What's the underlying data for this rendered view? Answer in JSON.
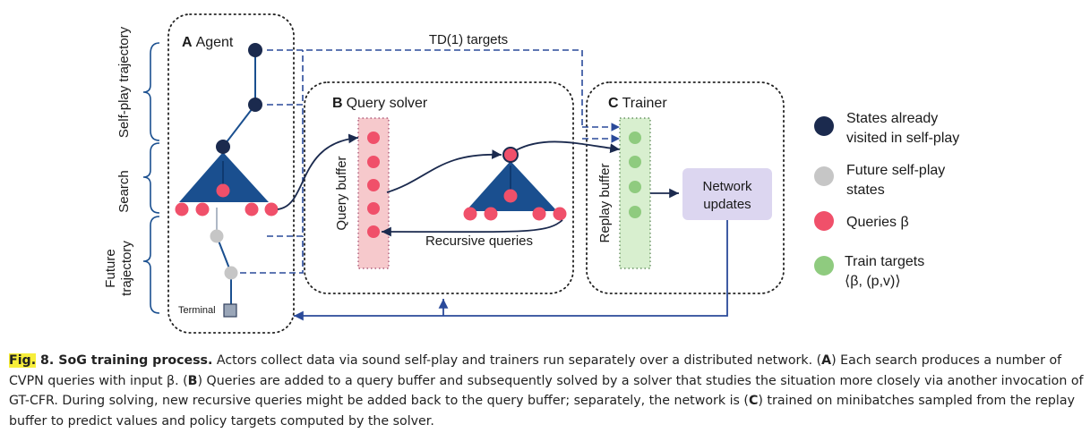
{
  "diagram": {
    "labels": {
      "side_self_play": "Self-play trajectory",
      "side_search": "Search",
      "side_future_1": "Future",
      "side_future_2": "trajectory",
      "agent_letter": "A",
      "agent_title": "Agent",
      "td_targets": "TD(1) targets",
      "query_letter": "B",
      "query_title": "Query solver",
      "query_buffer": "Query buffer",
      "recursive": "Recursive queries",
      "trainer_letter": "C",
      "trainer_title": "Trainer",
      "replay_buffer": "Replay buffer",
      "network_1": "Network",
      "network_2": "updates",
      "terminal": "Terminal"
    },
    "legend": [
      {
        "key": "visited",
        "line1": "States already",
        "line2": "visited in self-play",
        "color": "#1b2a4e"
      },
      {
        "key": "future",
        "line1": "Future self-play",
        "line2": "states",
        "color": "#c6c6c6"
      },
      {
        "key": "queries",
        "line1": "Queries β",
        "line2": "",
        "color": "#f0506a"
      },
      {
        "key": "train",
        "line1": "Train targets",
        "line2": "⟨β, (p,v)⟩",
        "color": "#8fcb7f"
      }
    ],
    "colors": {
      "navy": "#1b2a4e",
      "tree_blue": "#1a4f8f",
      "query_pink": "#f0506a",
      "future_gray": "#c6c6c6",
      "train_green": "#8fcb7f",
      "network_box": "#dcd6f0",
      "query_buffer_bg": "#f6c9cc",
      "replay_buffer_bg": "#d8efcf"
    }
  },
  "caption": {
    "fig_label": "Fig.",
    "fig_number": " 8.",
    "title": " SoG training process.",
    "line1": " Actors collect data via sound self-play and trainers run separately over a distributed network. (",
    "a": "A",
    "line2": ") Each search produces a number of CVPN queries with input β. (",
    "b": "B",
    "line3": ") Queries are added to a query buffer and subsequently solved by a solver that studies the situation more closely via another invocation of GT-CFR. During solving, new recursive queries might be added back to the query buffer; separately, the network is (",
    "c": "C",
    "line4": ") trained on minibatches sampled from the replay buffer to predict values and policy targets computed by the solver."
  }
}
